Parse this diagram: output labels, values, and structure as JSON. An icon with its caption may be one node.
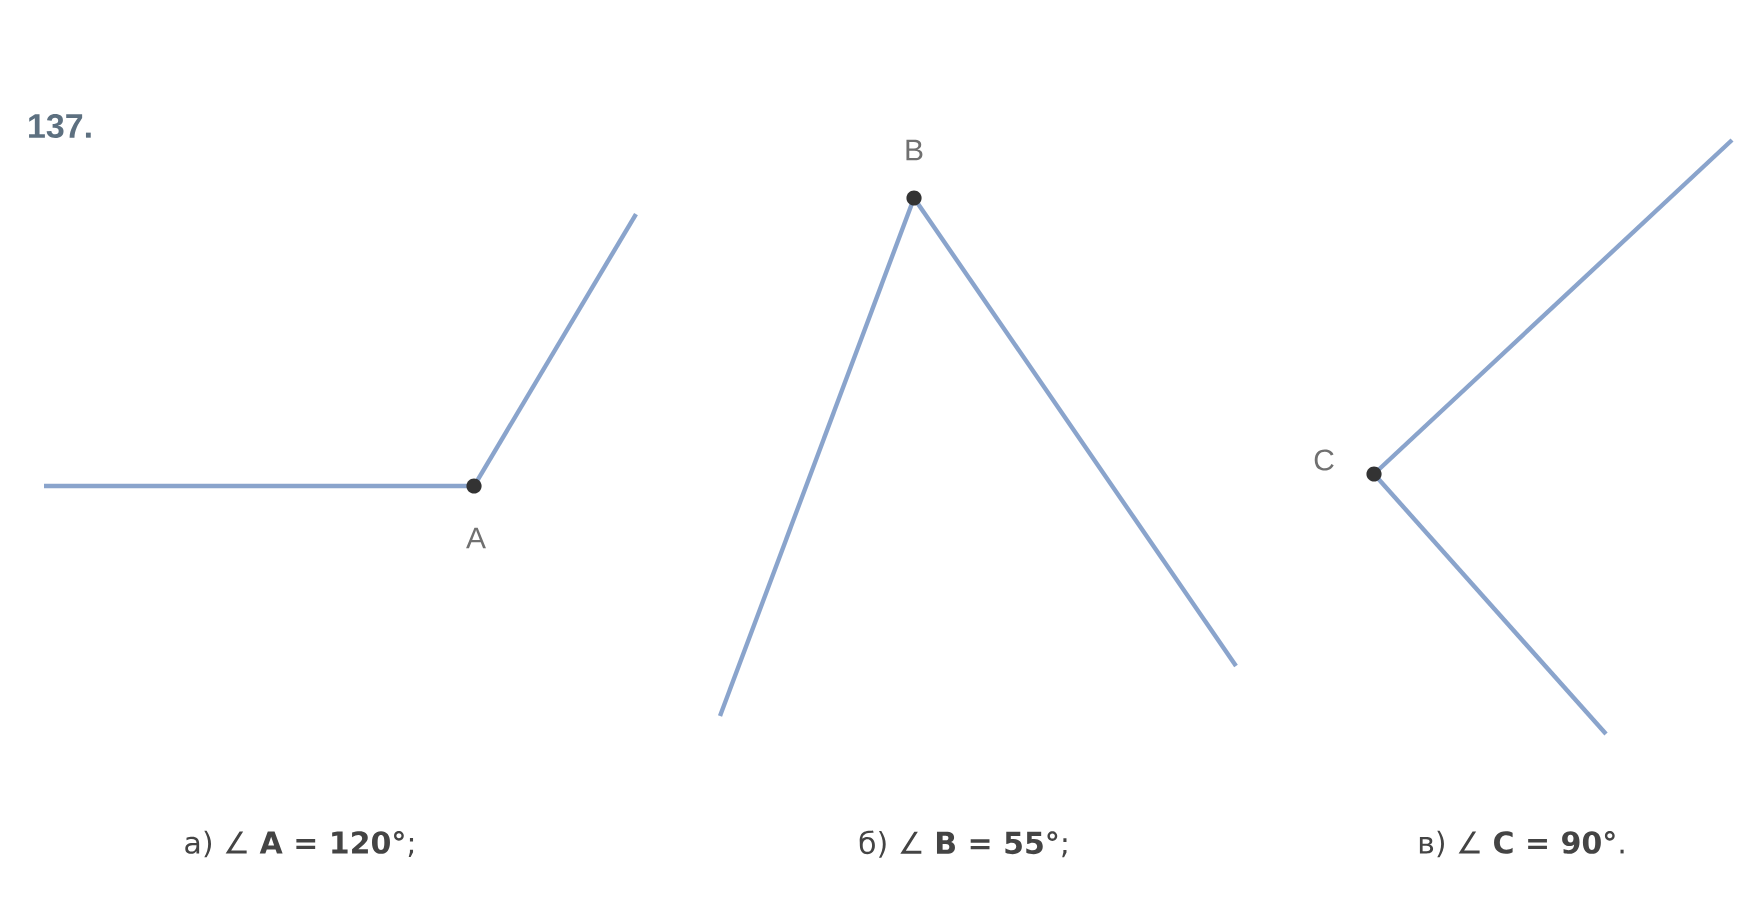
{
  "diagram": {
    "labels": [
      "137.",
      "A",
      "B",
      "C",
      "а) ∠ **A = 120°**;",
      "б) ∠ **B = 55°**;",
      "в) ∠ **C = 90°**."
    ]
  }
}
